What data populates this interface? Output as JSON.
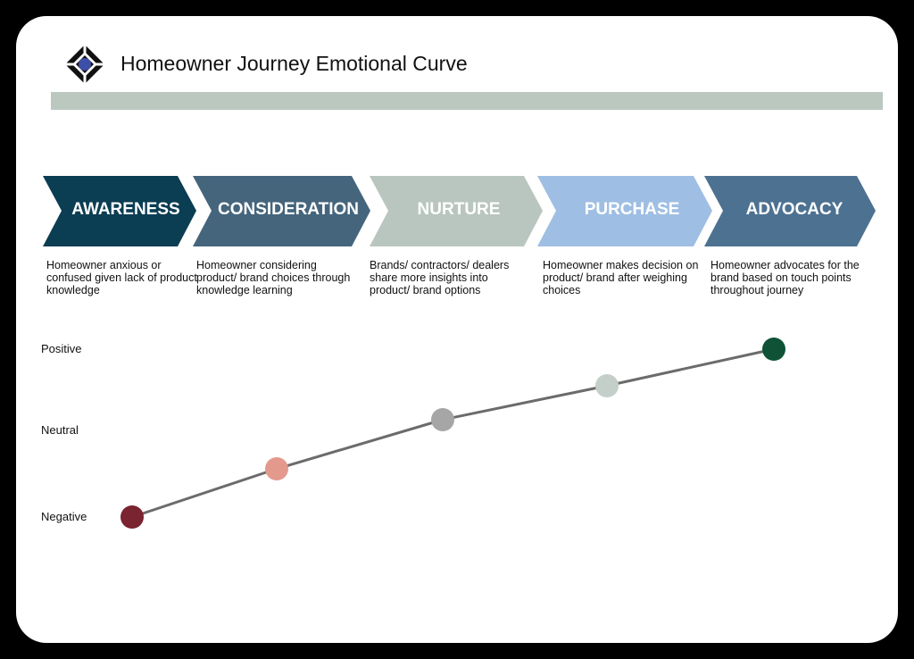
{
  "header": {
    "title": "Homeowner Journey Emotional Curve",
    "logo_icon": "diamond-logo-icon",
    "bar_color": "#bac8c0"
  },
  "stages": [
    {
      "label": "AWARENESS",
      "color": "#0b3d53",
      "description": "Homeowner anxious or confused given lack of product knowledge"
    },
    {
      "label": "CONSIDERATION",
      "color": "#45657d",
      "description": "Homeowner considering product/ brand choices through knowledge learning"
    },
    {
      "label": "NURTURE",
      "color": "#b9c6bf",
      "description": "Brands/ contractors/ dealers share more insights into product/ brand options"
    },
    {
      "label": "PURCHASE",
      "color": "#9fbee3",
      "description": "Homeowner makes decision on product/ brand after weighing choices"
    },
    {
      "label": "ADVOCACY",
      "color": "#4d7191",
      "description": "Homeowner advocates for the brand based on touch points throughout journey"
    }
  ],
  "emotion_axis": {
    "levels": [
      "Positive",
      "Neutral",
      "Negative"
    ]
  },
  "emotion_points": [
    {
      "stage": "AWARENESS",
      "color": "#7a2331"
    },
    {
      "stage": "CONSIDERATION",
      "color": "#e39a8d"
    },
    {
      "stage": "NURTURE",
      "color": "#a6a6a6"
    },
    {
      "stage": "PURCHASE",
      "color": "#c3cfc8"
    },
    {
      "stage": "ADVOCACY",
      "color": "#0f5236"
    }
  ],
  "line_color": "#6b6b6b"
}
